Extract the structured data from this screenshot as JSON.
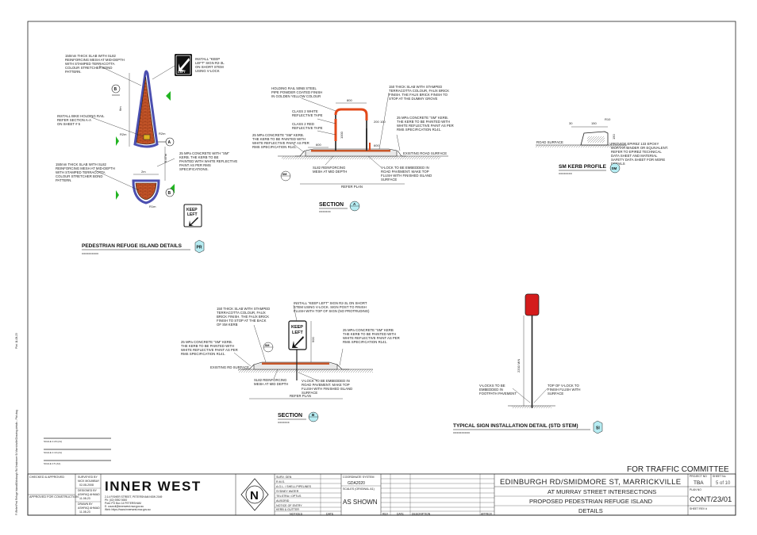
{
  "details": {
    "pr_title": "PEDESTRIAN REFUGE ISLAND DETAILS",
    "pr_badge": "PR",
    "section_a_title": "SECTION",
    "section_a_badge": "A",
    "section_b_title": "SECTION",
    "section_b_badge": "B",
    "sm_title": "SM KERB PROFILE",
    "sm_badge": "SM",
    "si_title": "TYPICAL SIGN INSTALLATION DETAIL (STD STEM)",
    "si_badge": "SI"
  },
  "plan_notes": {
    "slab_top": [
      "150mm THICK SLAB WITH SL82",
      "REINFORCING MESH AT MID-DEPTH",
      "WITH STAMPED TERRACOTTA",
      "COLOUR STRETCHER BOND",
      "PATTERN."
    ],
    "bike_rail": [
      "INSTALL BIKE HOLDING RAIL",
      "REFER SECTION A-A",
      "ON SHEET # 5"
    ],
    "slab_bottom": [
      "150mm THICK SLAB WITH SL82",
      "REINFORCING MESH AT MID-DEPTH",
      "WITH STAMPED TERRACOTTA",
      "COLOUR STRETCHER BOND",
      "PATTERN."
    ],
    "keep_left_note": [
      "INSTALL \"KEEP",
      "LEFT\" SIGN R2-3L",
      "ON SHORT STEM",
      "USING V-LOCK"
    ],
    "kerb_note": [
      "25 MPa CONCRETE WITH \"SM\"",
      "KERB. THE KERB TO BE",
      "PAINTED WITH WHITE REFLECTIVE",
      "PAINT AS PER RMS",
      "SPECIFICATIONS."
    ],
    "sign_text": [
      "KEEP",
      "LEFT"
    ]
  },
  "section_a_notes": {
    "holding_rail": [
      "HOLDING RAIL 50NB STEEL",
      "PIPE POWDER COATED FINISH",
      "IN GOLDEN YELLOW COLOUR"
    ],
    "white_tape": [
      "CLASS 2 WHITE",
      "REFLECTIVE TAPE"
    ],
    "red_tape": [
      "CLASS 2 RED",
      "REFLECTIVE TAPE"
    ],
    "slab": [
      "150 THICK SLAB WITH STAMPED",
      "TERRACOTTA COLOUR, FAUX BRICK",
      "FINISH. THE FAUX BRICK FINISH TO",
      "STOP AT THE DUMMY GROVE"
    ],
    "kerb_right": [
      "25 MPa CONCRETE \"SM\" KERB.",
      "THE KERB TO BE PAINTED WITH",
      "WHITE REFLECTIVE PAINT AS PER",
      "RMS SPECIFICATION R141."
    ],
    "kerb_left": [
      "25 MPa CONCRETE \"SM\" KERB.",
      "THE KERB TO BE PAINTED WITH",
      "WHITE REFLECTIVE PAINT AS PER",
      "RMS SPECIFICATION R141."
    ],
    "existing": "EXISTING ROAD SURFACE",
    "mesh": [
      "SL82 REINFORCING",
      "MESH AT MID DEPTH"
    ],
    "vlock": [
      "V-LOCK TO BE EMBEDDED IN",
      "ROAD PAVEMENT. MAKE TOP",
      "FLUSH WITH FINISHED ISLAND",
      "SURFACE"
    ],
    "refer_plan": "REFER PLAN",
    "dims": [
      "800",
      "600",
      "1000",
      "200",
      "100",
      "600"
    ]
  },
  "sm_notes": {
    "dims": [
      "R10",
      "150",
      "30",
      "150"
    ],
    "road": "ROAD SURFACE",
    "epirez": [
      "PROVIDE EPIREZ 133 EPOXY",
      "MORTAR BINDER OR EQUIVALENT.",
      "REFER TO EPIREZ TECHNICAL",
      "DATA SHEET AND MATERIAL",
      "SAFETY DATA SHEET FOR MORE",
      "DETAILS"
    ]
  },
  "section_b_notes": {
    "slab": [
      "150 THICK SLAB WITH STAMPED",
      "TERRACOTTA COLOUR, FAUX",
      "BRICK FINISH. THE FAUX BRICK",
      "FINISH TO STOP AT THE BACK",
      "OF SM KERB"
    ],
    "sign": [
      "INSTALL \"KEEP LEFT\" SIGN R2-3L ON SHORT",
      "STEM USING V-LOCK. SIGN POST TO FINISH",
      "FLUSH WITH TOP OF SIGN (NO PROTRUDING)"
    ],
    "kerb_left": [
      "25 MPa CONCRETE \"SM\" KERB.",
      "THE KERB TO BE PAINTED WITH",
      "WHITE REFLECTIVE PAINT AS PER",
      "RMS SPECIFICATION R141."
    ],
    "kerb_right": [
      "25 MPa CONCRETE \"SM\" KERB",
      "THE KERB TO BE PAINTED WITH",
      "WHITE REFLECTIVE PAINT AS PER",
      "RMS SPECIFICATION R141."
    ],
    "existing": "EXISTING RD SURFACE",
    "mesh": [
      "SL82 REINFORCING",
      "MESH AT MID DEPTH"
    ],
    "vlock": [
      "V-LOCK TO BE EMBEDDED IN",
      "ROAD PAVEMENT. MAKE TOP",
      "FLUSH WITH FINISHED ISLAND",
      "SURFACE"
    ],
    "refer_plan": "REFER PLAN",
    "sign_text": [
      "KEEP",
      "LEFT"
    ],
    "dim": "900"
  },
  "si_notes": {
    "vlock": [
      "V-LOCKS TO BE",
      "EMBEDDED IN",
      "FOOTPATH PAVEMENT"
    ],
    "top": [
      "TOP OF V-LOCK TO",
      "FINISH FLUSH WITH",
      "SURFACE"
    ],
    "height": "2200 MIN"
  },
  "title_block": {
    "status": "FOR TRAFFIC COMMITTEE",
    "checked": "CHECKED & APPROVED",
    "approved": "APPROVED FOR CONSTRUCTION",
    "surveyed_by": "SURVEYED BY",
    "surveyor": "NICK MOUMBAY",
    "survey_date": "02-08-2008",
    "designed_by": "DESIGNED BY",
    "designer": "ASHFAQ AHMAD",
    "design_date": "11-08-23",
    "drawn_by": "DRAWN BY",
    "drafter": "ASHFAQ AHMAD",
    "drawn_date": "11-08-23",
    "logo": "INNER WEST",
    "address": [
      "2-14 FISHER STREET, PETERSHAM NSW 2049",
      "Ph:     (02) 9392 5000",
      "Post:   PO Box 14 PETERSHAM",
      "E:      council@innerwest.nsw.gov.au",
      "Web:    https://www.innerwest.nsw.gov.au"
    ],
    "north": "N",
    "services": [
      "SURV. GEN",
      "R.M.S.",
      "A.G.L. / SHELL PIPELINES",
      "SYDNEY WATER",
      "TELSTRA / OPTUS",
      "AUSGRID",
      "NOTICE OF ENTRY",
      "KERB & GUTTER"
    ],
    "notices": "NOTICES",
    "date_hdr": "DATE",
    "coord_label": "COORDINATE SYSTEM",
    "coord": "GDA2020",
    "scales_label": "SCALES (ORIGINAL A1)",
    "scale": "AS SHOWN",
    "rev": "REV",
    "date": "DATE",
    "description": "DESCRIPTION",
    "approv": "APPROV",
    "project_title": "EDINBURGH RD/SMIDMORE ST, MARRICKVILLE",
    "subtitle1": "AT MURRAY STREET INTERSECTIONS",
    "subtitle2": "PROPOSED PEDESTRIAN REFUGE ISLAND",
    "subtitle3": "DETAILS",
    "project_no_label": "PROJECT NO",
    "project_no": "TBA",
    "sheet_no_label": "SHEET No",
    "sheet_no": "5 of 10",
    "plan_no_label": "PLAN NO",
    "plan_no": "CONT/23/01",
    "sheet_rev": "SHEET REV #"
  },
  "colors": {
    "brick": "#c8582b",
    "brick_dark": "#8a3010",
    "outline_blue": "#4b4fb0",
    "badge": "#b6ecf2",
    "sign_red": "#d41c1c",
    "green_mark": "#22b422"
  }
}
